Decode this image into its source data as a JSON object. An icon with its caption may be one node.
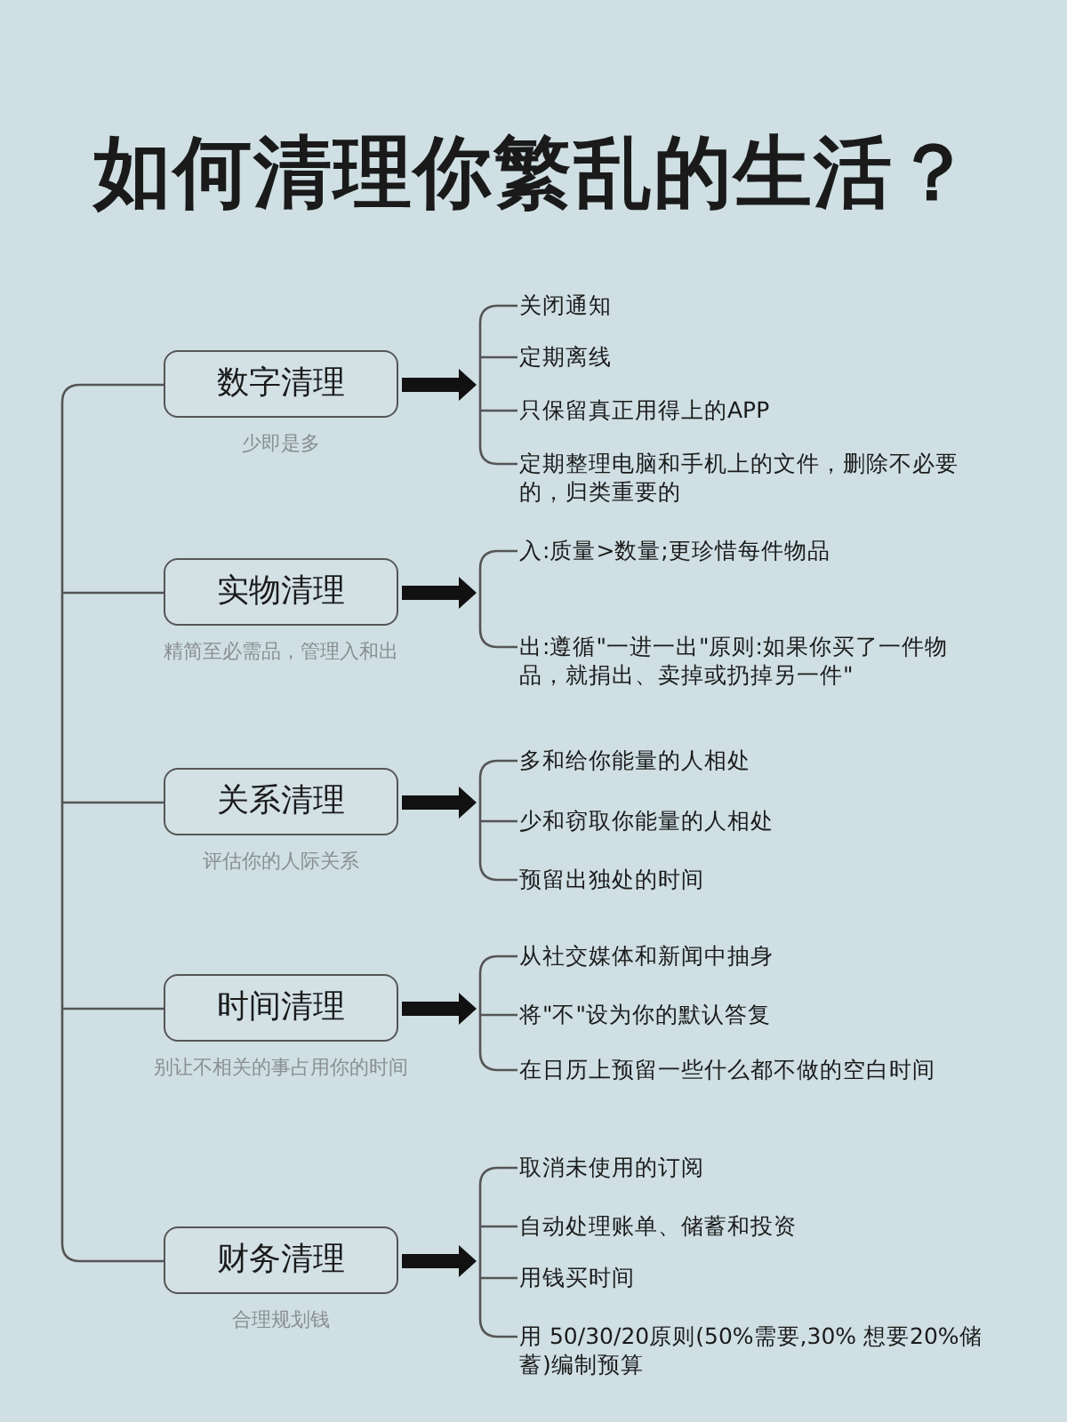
{
  "diagram": {
    "title": "如何清理你繁乱的生活？",
    "nodes": [
      {
        "text": [],
        "shape": "bar"
      },
      {
        "text": [
          "数字清理"
        ],
        "beside": [
          "少即是多"
        ]
      },
      {
        "text": [],
        "shape": "bar"
      },
      {
        "text": [
          "关闭通知"
        ]
      },
      {
        "text": [
          "定期离线"
        ]
      },
      {
        "text": [
          "只保留真正用得上的APP"
        ]
      },
      {
        "text": [
          "定期整理电脑和手机上的文件，删除不必要的，归类重要的"
        ]
      },
      {
        "text": [
          "实物清理"
        ],
        "beside": [
          "精简至必需品，管理入和出"
        ]
      },
      {
        "text": [],
        "shape": "bar"
      },
      {
        "text": [
          "入:质量>数量;更珍惜每件物品"
        ]
      },
      {
        "text": [
          "出:遵循\"一进一出\"原则:如果你买了一件物品，就捐出、卖掉或扔掉另一件\""
        ]
      },
      {
        "text": [
          "关系清理"
        ],
        "beside": [
          "评估你的人际关系"
        ]
      },
      {
        "text": [],
        "shape": "bar"
      },
      {
        "text": [
          "多和给你能量的人相处"
        ]
      },
      {
        "text": [
          "少和窃取你能量的人相处"
        ]
      },
      {
        "text": [
          "预留出独处的时间"
        ]
      },
      {
        "text": [
          "时间清理"
        ],
        "beside": [
          "别让不相关的事占用你的时间"
        ]
      },
      {
        "text": [],
        "shape": "bar"
      },
      {
        "text": [
          "从社交媒体和新闻中抽身"
        ]
      },
      {
        "text": [
          "将\"不\"设为你的默认答复"
        ]
      },
      {
        "text": [
          "在日历上预留一些什么都不做的空白时间"
        ]
      },
      {
        "text": [
          "财务清理"
        ],
        "beside": [
          "合理规划钱"
        ]
      },
      {
        "text": [],
        "shape": "bar"
      },
      {
        "text": [
          "取消未使用的订阅"
        ]
      },
      {
        "text": [
          "自动处理账单、储蓄和投资"
        ]
      },
      {
        "text": [
          "用钱买时间"
        ]
      },
      {
        "text": [
          "用 50/30/20原则(50%需要,30% 想要20%储蓄)编制预算"
        ]
      }
    ],
    "edges": [
      {
        "from": 0,
        "to": 1,
        "arrow": "none"
      },
      {
        "from": 0,
        "to": 7,
        "arrow": "none"
      },
      {
        "from": 0,
        "to": 11,
        "arrow": "none"
      },
      {
        "from": 0,
        "to": 16,
        "arrow": "none"
      },
      {
        "from": 0,
        "to": 21,
        "arrow": "none"
      },
      {
        "from": 1,
        "to": 2,
        "arrow": "to"
      },
      {
        "from": 2,
        "to": 3,
        "arrow": "none"
      },
      {
        "from": 2,
        "to": 4,
        "arrow": "none"
      },
      {
        "from": 2,
        "to": 5,
        "arrow": "none"
      },
      {
        "from": 2,
        "to": 6,
        "arrow": "none"
      },
      {
        "from": 7,
        "to": 8,
        "arrow": "to"
      },
      {
        "from": 8,
        "to": 9,
        "arrow": "none"
      },
      {
        "from": 8,
        "to": 10,
        "arrow": "none"
      },
      {
        "from": 11,
        "to": 12,
        "arrow": "to"
      },
      {
        "from": 12,
        "to": 13,
        "arrow": "none"
      },
      {
        "from": 12,
        "to": 14,
        "arrow": "none"
      },
      {
        "from": 12,
        "to": 15,
        "arrow": "none"
      },
      {
        "from": 16,
        "to": 17,
        "arrow": "to"
      },
      {
        "from": 17,
        "to": 18,
        "arrow": "none"
      },
      {
        "from": 17,
        "to": 19,
        "arrow": "none"
      },
      {
        "from": 17,
        "to": 20,
        "arrow": "none"
      },
      {
        "from": 21,
        "to": 22,
        "arrow": "to"
      },
      {
        "from": 22,
        "to": 23,
        "arrow": "none"
      },
      {
        "from": 22,
        "to": 24,
        "arrow": "none"
      },
      {
        "from": 22,
        "to": 25,
        "arrow": "none"
      },
      {
        "from": 22,
        "to": 26,
        "arrow": "none"
      }
    ]
  }
}
